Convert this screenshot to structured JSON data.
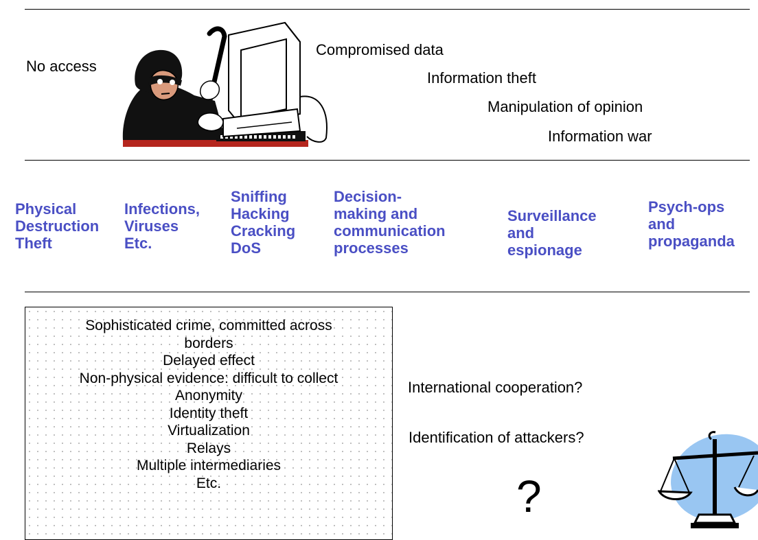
{
  "top_row": {
    "left_label": "No access",
    "effects": [
      "Compromised data",
      "Information theft",
      "Manipulation of opinion",
      "Information war"
    ]
  },
  "categories": [
    [
      "Physical",
      "Destruction",
      "Theft"
    ],
    [
      "Infections,",
      "Viruses",
      "Etc."
    ],
    [
      "Sniffing",
      "Hacking",
      "Cracking",
      "DoS"
    ],
    [
      "Decision-",
      "making and",
      "communication",
      "processes"
    ],
    [
      "Surveillance",
      "and",
      "espionage"
    ],
    [
      "Psych-ops",
      "and",
      "propaganda"
    ]
  ],
  "characteristics": [
    "Sophisticated crime, committed across",
    "borders",
    "Delayed effect",
    "Non-physical evidence: difficult to collect",
    "Anonymity",
    "Identity theft",
    "Virtualization",
    "Relays",
    "Multiple intermediaries",
    "Etc."
  ],
  "questions": {
    "q1": "International cooperation?",
    "q2": "Identification of attackers?",
    "mark": "?"
  },
  "colors": {
    "category_text": "#4a4fc4",
    "scales_backdrop": "#99c6f2"
  },
  "images": {
    "hacker": "hacker-at-computer clipart",
    "scales": "scales-of-justice clipart"
  }
}
